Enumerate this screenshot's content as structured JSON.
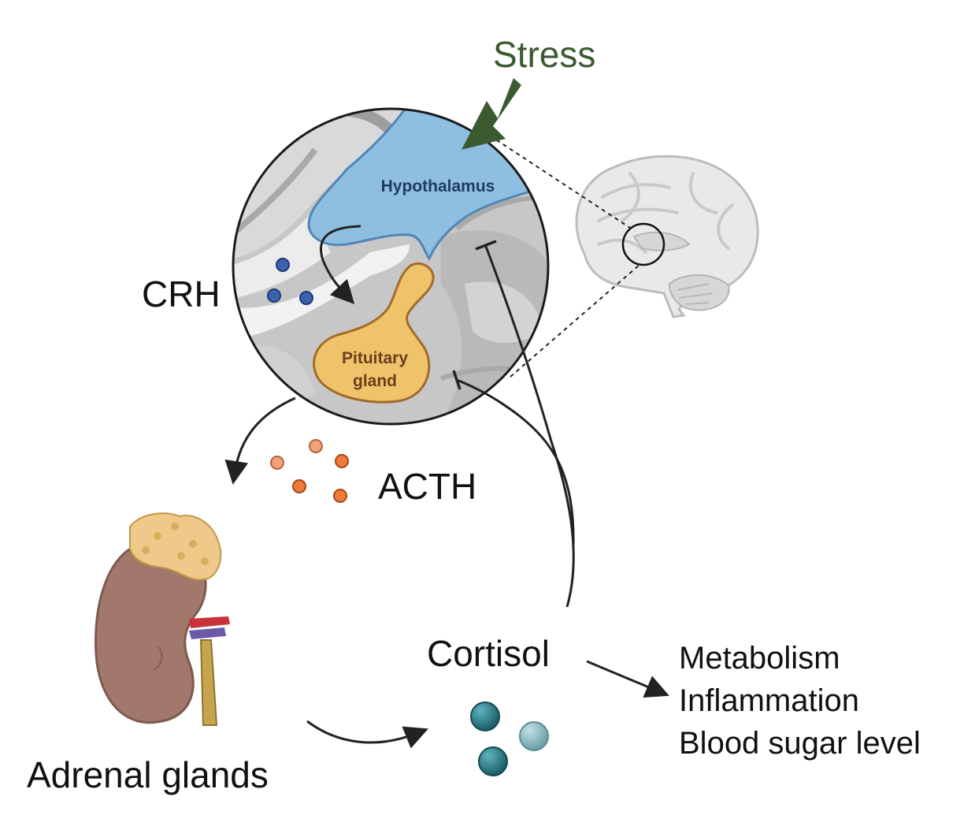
{
  "labels": {
    "stress": "Stress",
    "hypothalamus": "Hypothalamus",
    "pituitary_line1": "Pituitary",
    "pituitary_line2": "gland",
    "crh": "CRH",
    "acth": "ACTH",
    "adrenal": "Adrenal glands",
    "cortisol": "Cortisol"
  },
  "effects": [
    "Metabolism",
    "Inflammation",
    "Blood sugar level"
  ],
  "colors": {
    "stress_green": "#3b5a30",
    "hypothalamus_blue": "#8ebfe0",
    "hypothalamus_text": "#1f3a66",
    "pituitary_gold": "#efc36a",
    "pituitary_text": "#6b3f1c",
    "crh_dot": "#3d62ad",
    "acth_dot_light": "#f2a27a",
    "acth_dot_dark": "#ef7a3a",
    "cortisol_dot_dark": "#1f6f78",
    "cortisol_dot_light": "#7fb3bb",
    "kidney": "#a2786c",
    "adrenal_cap": "#eec98a",
    "artery": "#c9323a",
    "vein": "#6a5aa8",
    "ureter": "#c6a54e"
  }
}
